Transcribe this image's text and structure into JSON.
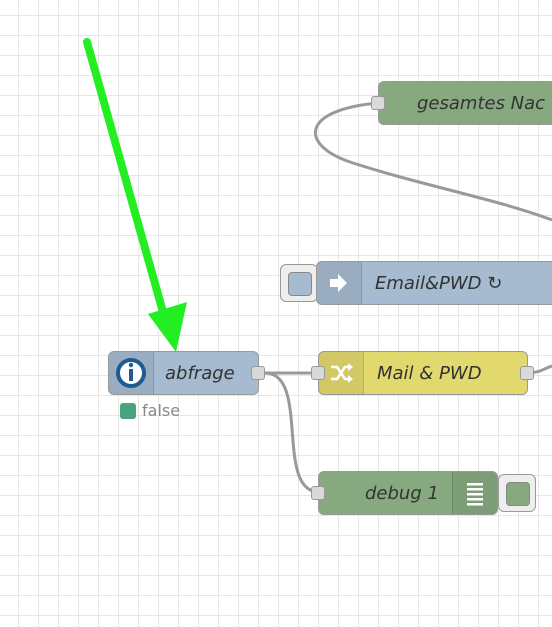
{
  "colors": {
    "inject": "#a6bbcf",
    "function": "#e2d96e",
    "debug": "#87a980",
    "wire": "#999999",
    "arrow": "#22ee22",
    "status": "#4aa37e",
    "iobroker_icon": "#1f5a91"
  },
  "nodes": {
    "gesamtes": {
      "label": "gesamtes Nac"
    },
    "email_pwd": {
      "label": "Email&PWD ↻",
      "icon": "arrow-right-icon"
    },
    "abfrage": {
      "label": "abfrage",
      "icon": "iobroker-icon",
      "status": "false"
    },
    "mail_pwd": {
      "label": "Mail & PWD",
      "icon": "shuffle-icon"
    },
    "debug1": {
      "label": "debug 1",
      "icon": "list-icon"
    }
  }
}
